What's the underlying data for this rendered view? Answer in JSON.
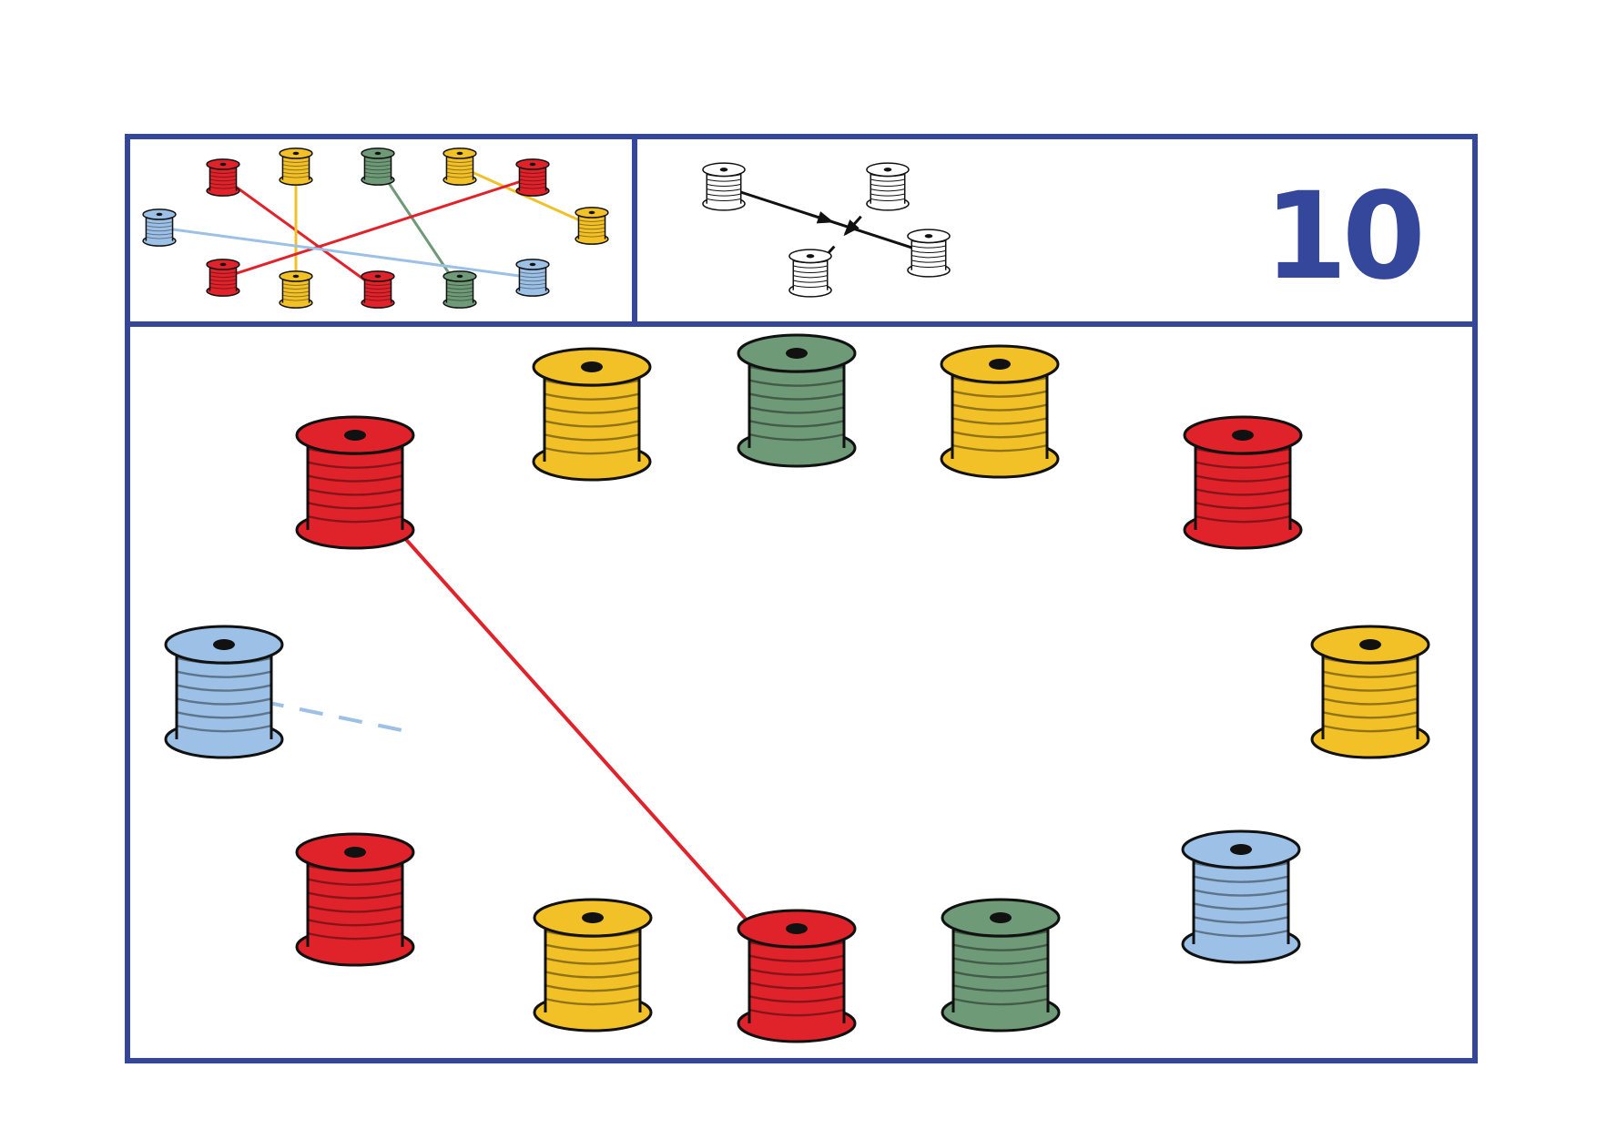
{
  "card": {
    "number": "10",
    "frame_color": "#34479a",
    "number_color": "#34479a"
  },
  "colors": {
    "red": "#e0222b",
    "yellow": "#f2c027",
    "green": "#6f9a78",
    "blue": "#9dc1e6",
    "white": "#ffffff",
    "outline": "#111111"
  },
  "icons": {
    "spool": "thread-spool-icon",
    "arrow": "arrow-head-icon"
  },
  "example_solution": {
    "description_hidden": true,
    "spools": [
      {
        "color": "blue"
      },
      {
        "color": "red"
      },
      {
        "color": "yellow"
      },
      {
        "color": "green"
      },
      {
        "color": "yellow"
      },
      {
        "color": "red"
      },
      {
        "color": "yellow"
      },
      {
        "color": "blue"
      },
      {
        "color": "green"
      },
      {
        "color": "red"
      },
      {
        "color": "yellow"
      },
      {
        "color": "red"
      }
    ],
    "threads": [
      {
        "color": "red",
        "from": 1,
        "to": 9
      },
      {
        "color": "yellow",
        "from": 2,
        "to": 10
      },
      {
        "color": "green",
        "from": 3,
        "to": 8
      },
      {
        "color": "yellow",
        "from": 4,
        "to": 6
      },
      {
        "color": "red",
        "from": 5,
        "to": 11
      },
      {
        "color": "blue",
        "from": 0,
        "to": 7
      }
    ]
  },
  "instruction_example": {
    "spools": [
      {
        "color": "white"
      },
      {
        "color": "white"
      },
      {
        "color": "white"
      },
      {
        "color": "white"
      }
    ],
    "moves": [
      {
        "style": "solid",
        "from": 0,
        "to": 2
      },
      {
        "style": "dashed",
        "from": 1,
        "to": 3
      }
    ]
  },
  "puzzle": {
    "spools": [
      {
        "color": "red"
      },
      {
        "color": "yellow"
      },
      {
        "color": "green"
      },
      {
        "color": "yellow"
      },
      {
        "color": "red"
      },
      {
        "color": "blue"
      },
      {
        "color": "yellow"
      },
      {
        "color": "red"
      },
      {
        "color": "blue"
      },
      {
        "color": "yellow"
      },
      {
        "color": "red"
      },
      {
        "color": "green"
      }
    ],
    "threads": [
      {
        "color": "red",
        "style": "solid",
        "from": 0,
        "to": 10
      }
    ],
    "hint_thread": {
      "color": "blue",
      "style": "dashed",
      "from": 5
    }
  }
}
